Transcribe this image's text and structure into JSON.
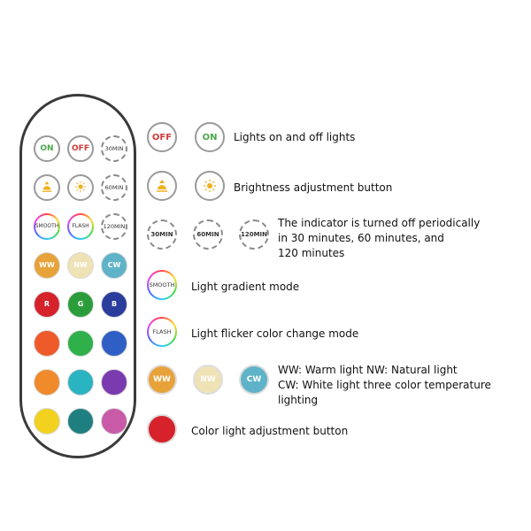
{
  "remote": {
    "buttons": [
      {
        "row": 0,
        "col": 0,
        "kind": "text",
        "text": "ON",
        "text_color": "#4aa84a"
      },
      {
        "row": 0,
        "col": 1,
        "kind": "text",
        "text": "OFF",
        "text_color": "#d23a3a"
      },
      {
        "row": 0,
        "col": 2,
        "kind": "timer",
        "text": "30MIN"
      },
      {
        "row": 1,
        "col": 0,
        "kind": "icon",
        "icon": "brightness-up-icon"
      },
      {
        "row": 1,
        "col": 1,
        "kind": "icon",
        "icon": "brightness-down-icon"
      },
      {
        "row": 1,
        "col": 2,
        "kind": "timer",
        "text": "60MIN"
      },
      {
        "row": 2,
        "col": 0,
        "kind": "mode",
        "text": "SMOOTH"
      },
      {
        "row": 2,
        "col": 1,
        "kind": "mode",
        "text": "FLASH"
      },
      {
        "row": 2,
        "col": 2,
        "kind": "timer",
        "text": "120MIN"
      },
      {
        "row": 3,
        "col": 0,
        "kind": "color",
        "text": "WW",
        "color": "#e8a23a"
      },
      {
        "row": 3,
        "col": 1,
        "kind": "color",
        "text": "NW",
        "color": "#efe2b5"
      },
      {
        "row": 3,
        "col": 2,
        "kind": "color",
        "text": "CW",
        "color": "#5fb3c8"
      },
      {
        "row": 4,
        "col": 0,
        "kind": "color",
        "text": "R",
        "color": "#d6222b"
      },
      {
        "row": 4,
        "col": 1,
        "kind": "color",
        "text": "G",
        "color": "#2a9d3a"
      },
      {
        "row": 4,
        "col": 2,
        "kind": "color",
        "text": "B",
        "color": "#2a3d9c"
      },
      {
        "row": 5,
        "col": 0,
        "kind": "color",
        "text": "",
        "color": "#ef5a2a"
      },
      {
        "row": 5,
        "col": 1,
        "kind": "color",
        "text": "",
        "color": "#2fb04a"
      },
      {
        "row": 5,
        "col": 2,
        "kind": "color",
        "text": "",
        "color": "#2f5fc4"
      },
      {
        "row": 6,
        "col": 0,
        "kind": "color",
        "text": "",
        "color": "#f08a2a"
      },
      {
        "row": 6,
        "col": 1,
        "kind": "color",
        "text": "",
        "color": "#2ab3c0"
      },
      {
        "row": 6,
        "col": 2,
        "kind": "color",
        "text": "",
        "color": "#7a3ab0"
      },
      {
        "row": 7,
        "col": 0,
        "kind": "color",
        "text": "",
        "color": "#f2d21f"
      },
      {
        "row": 7,
        "col": 1,
        "kind": "color",
        "text": "",
        "color": "#1f7f80"
      },
      {
        "row": 7,
        "col": 2,
        "kind": "color",
        "text": "",
        "color": "#c85aa8"
      }
    ]
  },
  "legend": {
    "onoff": {
      "off": "OFF",
      "on": "ON",
      "text": "Lights on and off lights"
    },
    "brightness": {
      "text": "Brightness adjustment button"
    },
    "timer": {
      "t30": "30MIN",
      "t60": "60MIN",
      "t120": "120MIN",
      "line1": "The indicator is turned off periodically",
      "line2": "in 30 minutes, 60 minutes, and",
      "line3": "120 minutes"
    },
    "smooth": {
      "btn": "SMOOTH",
      "text": "Light gradient mode"
    },
    "flash": {
      "btn": "FLASH",
      "text": "Light flicker color change mode"
    },
    "temp": {
      "ww": "WW",
      "nw": "NW",
      "cw": "CW",
      "line1": "WW: Warm light NW: Natural light",
      "line2": "CW: White light three color temperature",
      "line3": "lighting"
    },
    "color": {
      "text": "Color light adjustment button"
    }
  },
  "colors": {
    "on_green": "#4aa84a",
    "off_red": "#d23a3a",
    "ww": "#e8a23a",
    "nw": "#efe2b5",
    "cw": "#5fb3c8",
    "red": "#d6222b"
  }
}
